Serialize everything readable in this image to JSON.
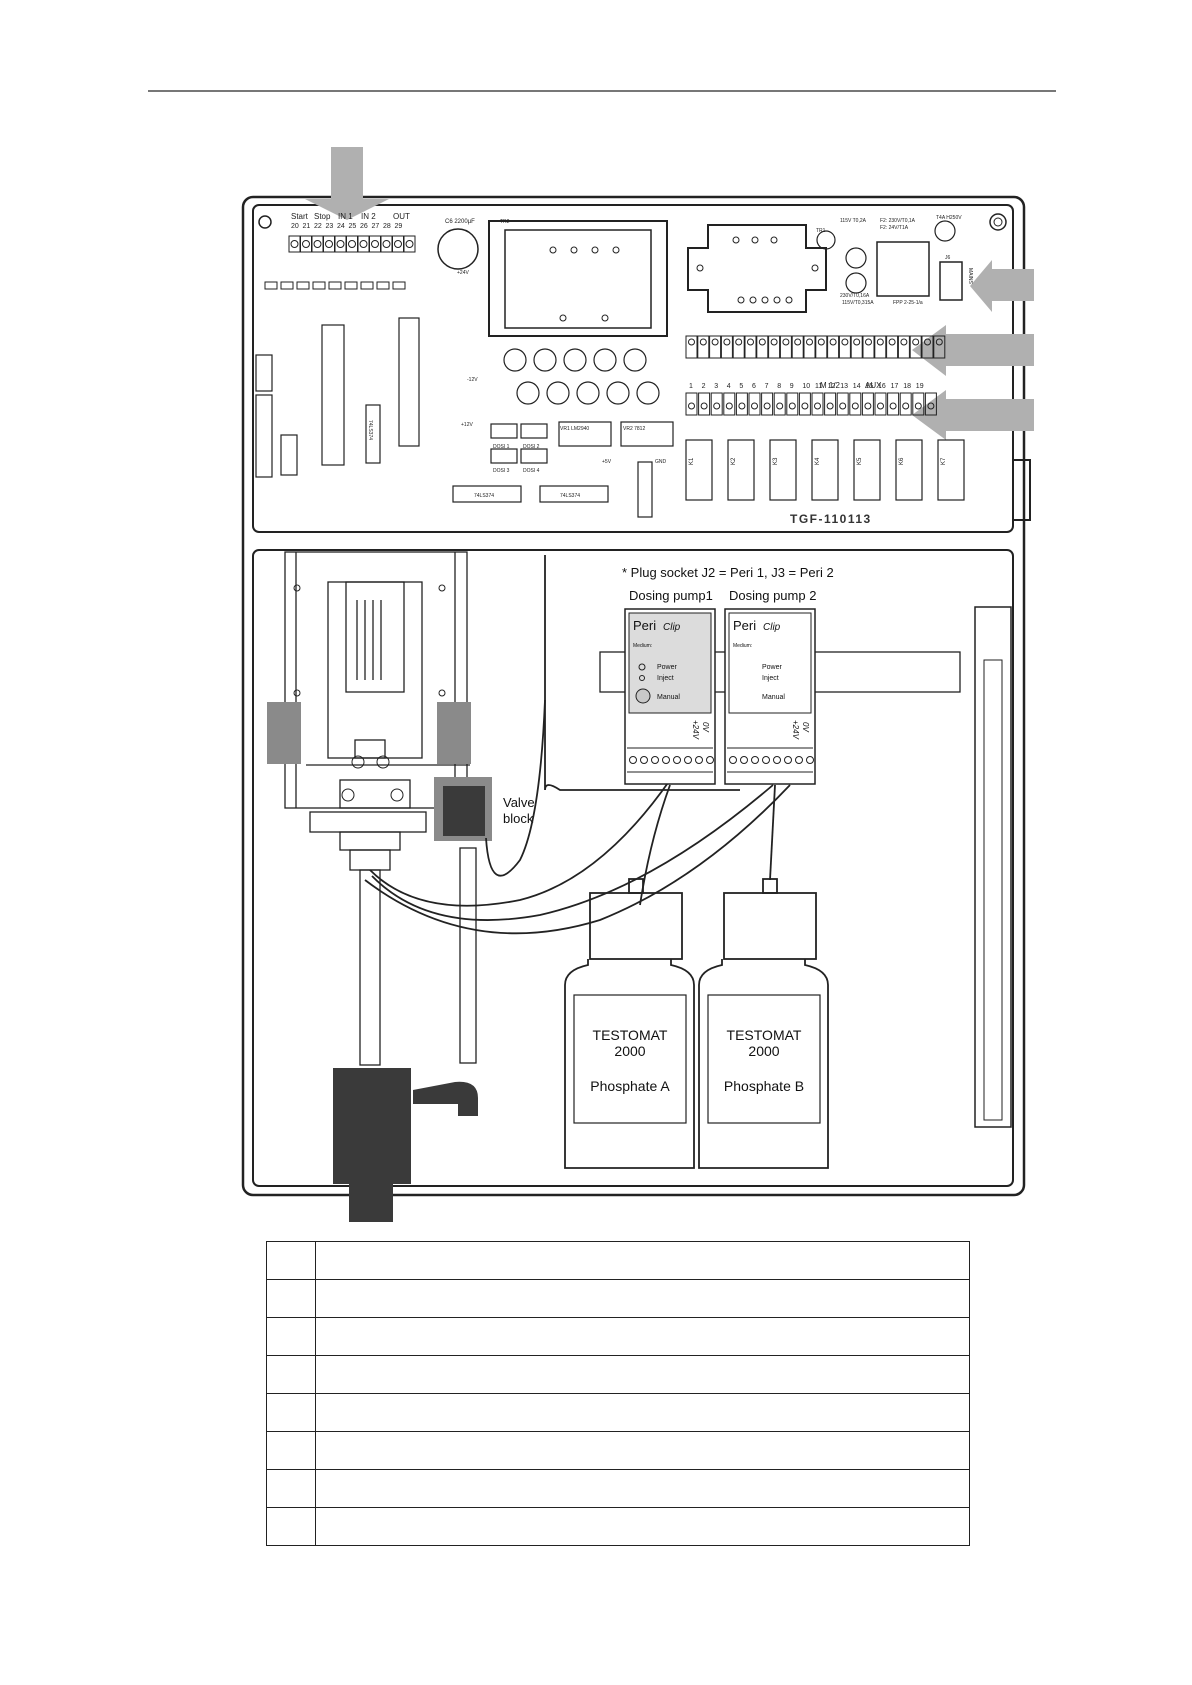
{
  "terminals": {
    "groups": [
      "Start",
      "Stop",
      "IN 1",
      "IN 2",
      "OUT"
    ],
    "numbers": [
      "20",
      "21",
      "22",
      "23",
      "24",
      "25",
      "26",
      "27",
      "28",
      "29"
    ]
  },
  "relay_header": {
    "relay_numbers": [
      "1",
      "2",
      "3",
      "4",
      "5",
      "6",
      "7",
      "8",
      "9",
      "10",
      "11",
      "12",
      "13",
      "14",
      "15",
      "16",
      "17",
      "18",
      "19"
    ],
    "group_labels": [
      "M 1/2",
      "AUX"
    ]
  },
  "pcb_id": "TGF-110113",
  "pcb_labels": {
    "cap_c6": "C6 2200µF",
    "tr2": "TR2",
    "tr1": "TR1",
    "fuse_info_1": "F2: 230V/T0,1A",
    "fuse_info_2": "F2: 24V/T1A",
    "fuse_top": "T4A H250V",
    "volt_115": "115V T0,2A",
    "volt_230": "230V/T0,16A",
    "volt_115b": "115V/T0,315A",
    "fpp": "FPP 2-25-1/a",
    "j6": "J6",
    "mains": "MAINS",
    "ic12": "74LS374",
    "ic1": "74LS374",
    "ic13": "74LS374",
    "vr1": "VR1 LM2940",
    "vr2": "VR2 7812",
    "plus24": "+24V",
    "minus12": "-12V",
    "plus12": "+12V",
    "gnd": "GND",
    "plus5": "+5V",
    "dosi1": "DOSI 1",
    "dosi2": "DOSI 2",
    "dosi3": "DOSI 3",
    "dosi4": "DOSI 4",
    "relays": [
      "K1",
      "K2",
      "K3",
      "K4",
      "K5",
      "K6",
      "K7"
    ]
  },
  "footnote": "* Plug socket J2 = Peri 1, J3 = Peri 2",
  "pumps": [
    {
      "title": "Dosing pump1",
      "brand": "Peri",
      "brand_script": "Clip",
      "medium": "Medium:",
      "power": "Power",
      "inject": "Inject",
      "manual": "Manual",
      "v24": "+24V",
      "v0": "0V"
    },
    {
      "title": "Dosing pump 2",
      "brand": "Peri",
      "brand_script": "Clip",
      "medium": "Medium:",
      "power": "Power",
      "inject": "Inject",
      "manual": "Manual",
      "v24": "+24V",
      "v0": "0V"
    }
  ],
  "valve_block": [
    "Valve",
    "block"
  ],
  "bottles": [
    {
      "line1": "TESTOMAT",
      "line2": "2000",
      "line3": "Phosphate A"
    },
    {
      "line1": "TESTOMAT",
      "line2": "2000",
      "line3": "Phosphate B"
    }
  ],
  "legend_rows": [
    {
      "num": "",
      "text": ""
    },
    {
      "num": "",
      "text": ""
    },
    {
      "num": "",
      "text": ""
    },
    {
      "num": "",
      "text": ""
    },
    {
      "num": "",
      "text": ""
    },
    {
      "num": "",
      "text": ""
    },
    {
      "num": "",
      "text": ""
    },
    {
      "num": "",
      "text": ""
    }
  ],
  "colors": {
    "arrow": "#b0b0b0",
    "line": "#222222",
    "dark_block": "#3a3a3a",
    "grey_block": "#8a8a8a",
    "pump_face": "#dcdcdc"
  }
}
